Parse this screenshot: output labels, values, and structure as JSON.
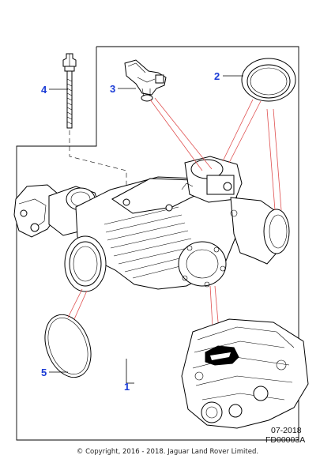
{
  "callouts": [
    {
      "number": "1"
    },
    {
      "number": "2"
    },
    {
      "number": "3"
    },
    {
      "number": "4"
    },
    {
      "number": "5"
    }
  ],
  "date_code": "07-2018",
  "figure_code": "FD00003A",
  "copyright": "© Copyright, 2016 - 2018. Jaguar Land Rover Limited.",
  "colors": {
    "callout": "#1a3bd6",
    "reference_line": "#e05050",
    "line_art": "#000000"
  }
}
